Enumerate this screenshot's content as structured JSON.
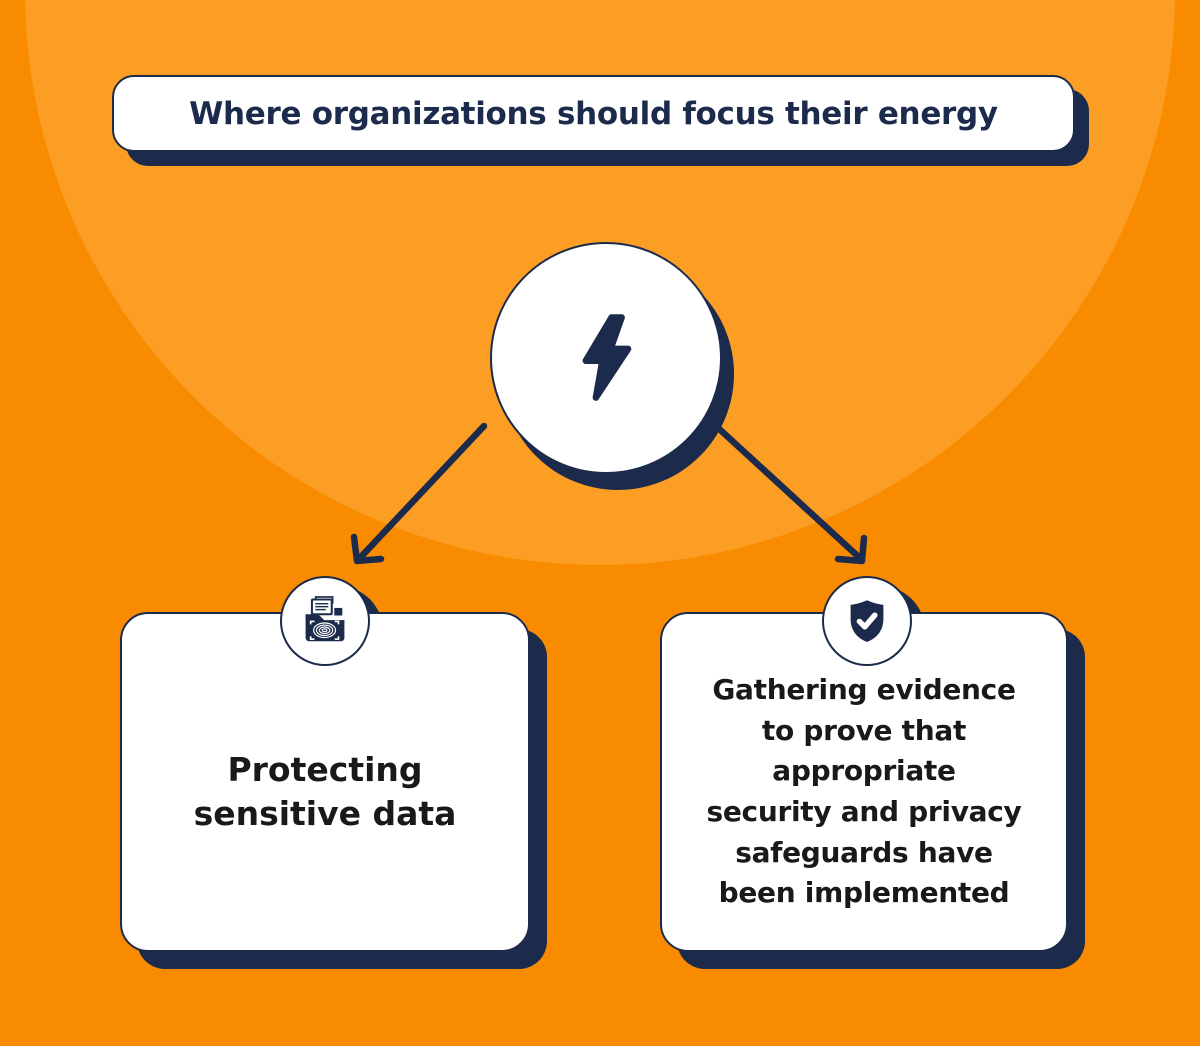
{
  "colors": {
    "background": "#F98B00",
    "spotlight": "#FC9E24",
    "navy": "#1C2B4C",
    "card": "#FFFFFF",
    "text": "#191919"
  },
  "title": {
    "text": "Where organizations should focus their energy"
  },
  "center_node": {
    "icon": "lightning-bolt-icon"
  },
  "cards": [
    {
      "id": "protecting-data",
      "icon": "document-fingerprint-icon",
      "text": "Protecting\nsensitive data"
    },
    {
      "id": "gathering-evidence",
      "icon": "shield-check-icon",
      "text": "Gathering evidence\nto prove that\nappropriate\nsecurity and privacy\nsafeguards have\nbeen implemented"
    }
  ]
}
